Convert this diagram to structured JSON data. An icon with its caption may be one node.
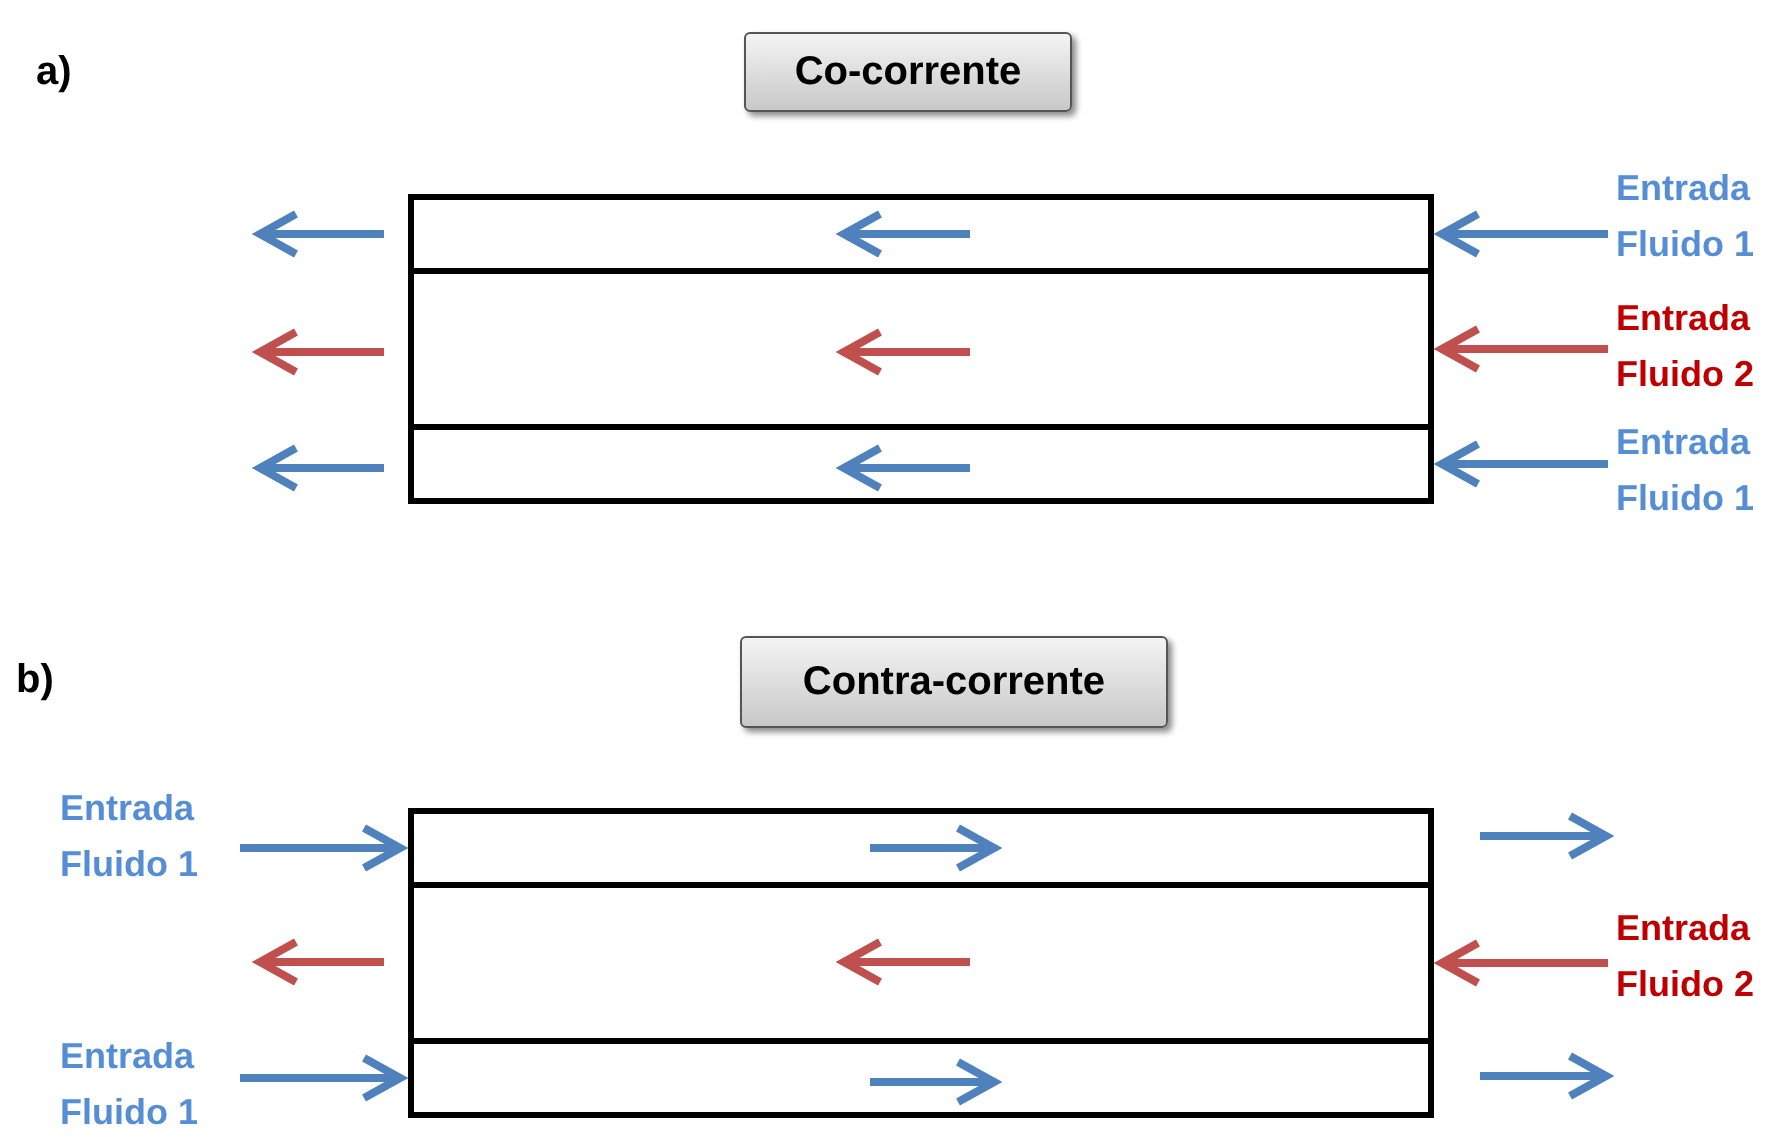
{
  "diagram": {
    "nodes": [
      {
        "text": [
          "Co-corrente"
        ]
      },
      {
        "text": [],
        "shape": "box"
      },
      {
        "text": [],
        "shape": "box"
      },
      {
        "text": [],
        "shape": "box"
      },
      {
        "text": [
          "Entrada Fluido 1"
        ]
      },
      {
        "text": [
          "Entrada Fluido 2"
        ]
      },
      {
        "text": [
          "Entrada Fluido 1"
        ]
      },
      {
        "text": [
          "Contra-corrente"
        ]
      },
      {
        "text": [],
        "shape": "box"
      },
      {
        "text": [],
        "shape": "box"
      },
      {
        "text": [],
        "shape": "box"
      },
      {
        "text": [
          "Entrada Fluido 1"
        ]
      },
      {
        "text": [
          "Entrada Fluido 2"
        ]
      },
      {
        "text": [
          "Entrada Fluido 1"
        ]
      }
    ],
    "edges": [
      {
        "from": 4,
        "to": 1,
        "arrow": "to"
      },
      {
        "from": 5,
        "to": 2,
        "arrow": "to",
        "color": "#c0504d"
      },
      {
        "from": 6,
        "to": 3,
        "arrow": "to"
      },
      {
        "from": 11,
        "to": 8,
        "arrow": "to"
      },
      {
        "from": 12,
        "to": 9,
        "arrow": "to",
        "color": "#c0504d"
      },
      {
        "from": 13,
        "to": 10,
        "arrow": "to"
      }
    ],
    "labels": [
      "a)",
      "b)"
    ]
  }
}
